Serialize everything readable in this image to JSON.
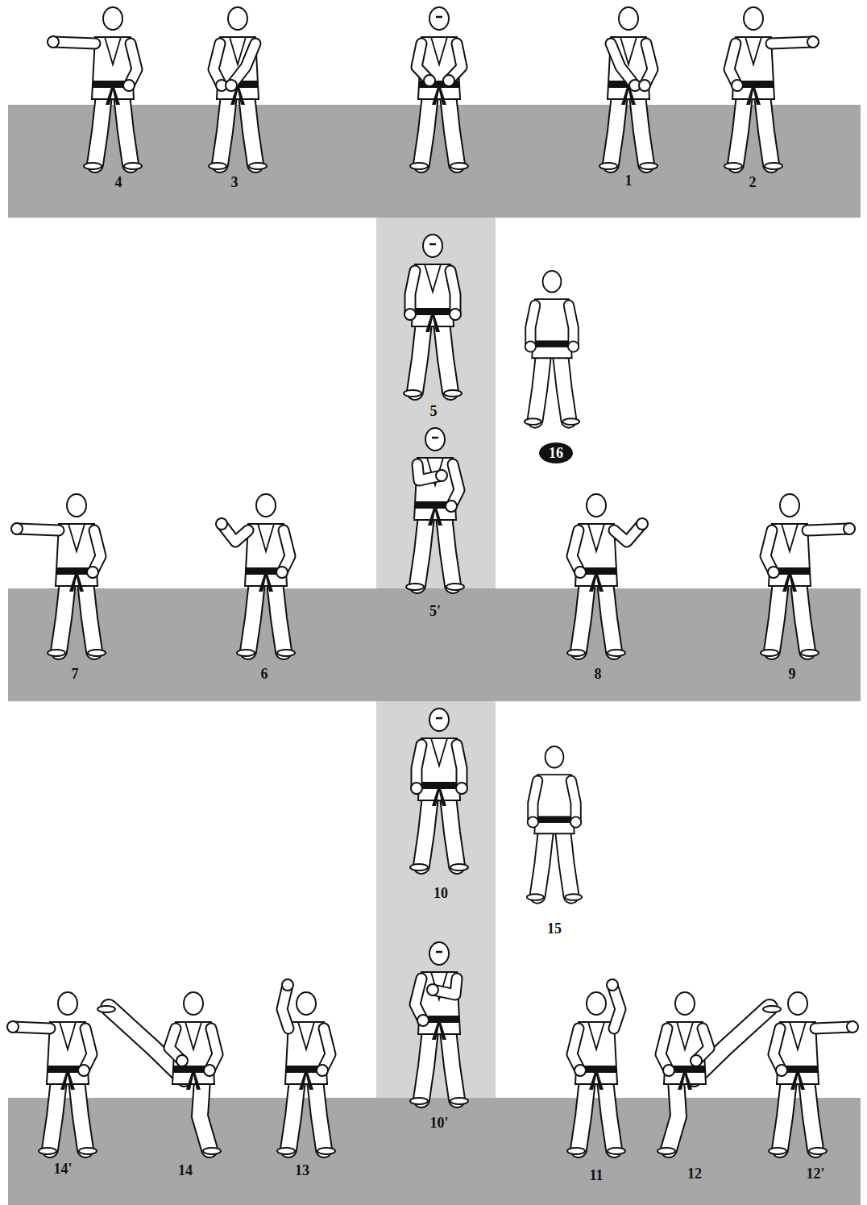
{
  "diagram": {
    "labels": [
      "4",
      "3",
      "1",
      "2",
      "5",
      "16",
      "5'",
      "7",
      "6",
      "8",
      "9",
      "10",
      "15",
      "10'",
      "14'",
      "14",
      "13",
      "11",
      "12",
      "12'"
    ]
  }
}
